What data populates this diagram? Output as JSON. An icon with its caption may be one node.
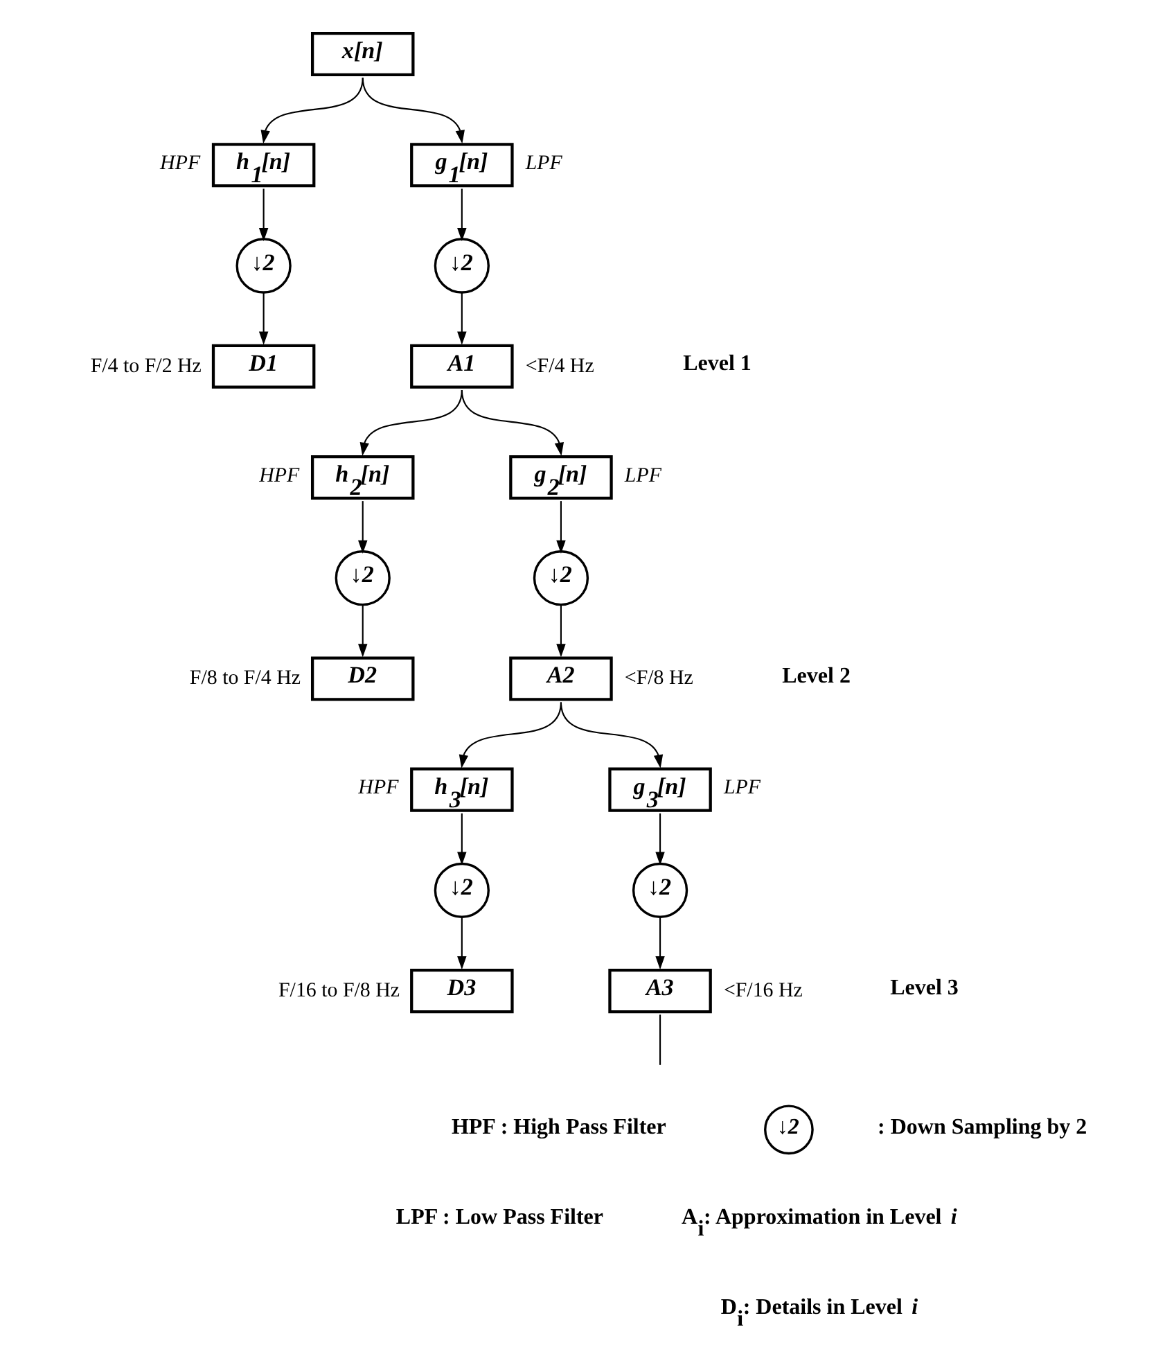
{
  "diagram": {
    "nodes": [
      {
        "text": [
          "*x[n]*"
        ]
      },
      {
        "text": [
          "h$_{1}$[n]"
        ],
        "beside": [
          "HPF"
        ]
      },
      {
        "text": [
          "g$_{1}$[n]"
        ],
        "beside": [
          "LPF"
        ]
      },
      {
        "text": [
          "↓2"
        ]
      },
      {
        "text": [
          "↓2"
        ]
      },
      {
        "text": [
          "D1"
        ],
        "beside": [
          "F/4 to F/2 Hz"
        ]
      },
      {
        "text": [
          "A1"
        ],
        "beside": [
          "<F/4 Hz"
        ]
      },
      {
        "text": [
          "h$_{2}$[n]"
        ],
        "beside": [
          "HPF"
        ]
      },
      {
        "text": [
          "g$_{2}$[n]"
        ],
        "beside": [
          "LPF"
        ]
      },
      {
        "text": [
          "↓2"
        ]
      },
      {
        "text": [
          "↓2"
        ]
      },
      {
        "text": [
          "D2"
        ],
        "beside": [
          "F/8 to F/4 Hz"
        ]
      },
      {
        "text": [
          "A2"
        ],
        "beside": [
          "<F/8 Hz"
        ]
      },
      {
        "text": [
          "h$_{3}$[n]"
        ],
        "beside": [
          "HPF"
        ]
      },
      {
        "text": [
          "g$_{3}$[n]"
        ],
        "beside": [
          "LPF"
        ]
      },
      {
        "text": [
          "↓2"
        ]
      },
      {
        "text": [
          "↓2"
        ]
      },
      {
        "text": [
          "D3"
        ],
        "beside": [
          "F/16 to F/8 Hz"
        ]
      },
      {
        "text": [
          "A3"
        ],
        "beside": [
          "<F/16 Hz"
        ]
      },
      {
        "text": [
          "↓2"
        ]
      }
    ],
    "edges": [
      {
        "from": 0,
        "to": 1,
        "arrow": "to"
      },
      {
        "from": 0,
        "to": 2,
        "arrow": "to"
      },
      {
        "from": 1,
        "to": 3,
        "arrow": "to"
      },
      {
        "from": 2,
        "to": 4,
        "arrow": "to"
      },
      {
        "from": 3,
        "to": 5,
        "arrow": "to"
      },
      {
        "from": 4,
        "to": 6,
        "arrow": "to"
      },
      {
        "from": 6,
        "to": 7,
        "arrow": "to"
      },
      {
        "from": 6,
        "to": 8,
        "arrow": "to"
      },
      {
        "from": 7,
        "to": 9,
        "arrow": "to"
      },
      {
        "from": 8,
        "to": 10,
        "arrow": "to"
      },
      {
        "from": 9,
        "to": 11,
        "arrow": "to"
      },
      {
        "from": 10,
        "to": 12,
        "arrow": "to"
      },
      {
        "from": 12,
        "to": 13,
        "arrow": "to"
      },
      {
        "from": 12,
        "to": 14,
        "arrow": "to"
      },
      {
        "from": 13,
        "to": 15,
        "arrow": "to"
      },
      {
        "from": 14,
        "to": 16,
        "arrow": "to"
      },
      {
        "from": 15,
        "to": 17,
        "arrow": "to"
      },
      {
        "from": 16,
        "to": 18,
        "arrow": "to"
      },
      {
        "from": 18,
        "to": null,
        "arrow": "none"
      }
    ],
    "labels": [
      "Level 1",
      "Level 2",
      "Level 3",
      "A$_{i}$: Approximation in Level *i*",
      "D$_{i}$: Details in Level *i*",
      "HPF : High Pass Filter",
      "LPF : Low Pass Filter"
    ],
    "legend": [
      {
        "text": ": Down Sampling by 2"
      }
    ]
  }
}
